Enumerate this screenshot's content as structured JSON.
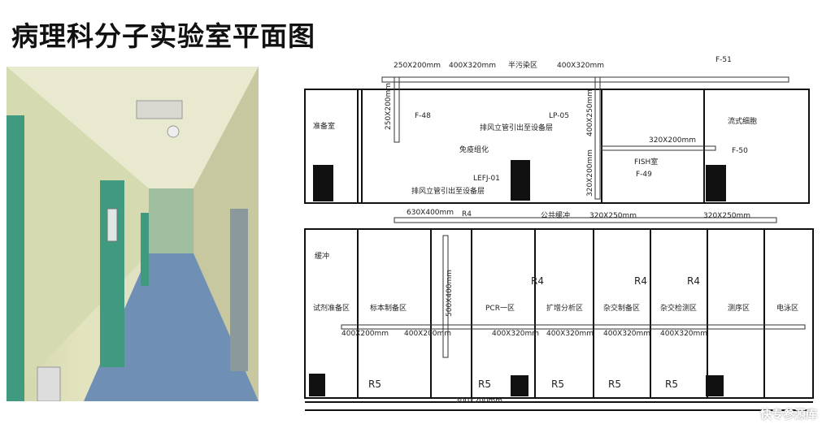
{
  "slide": {
    "title": "病理科分子实验室平面图"
  },
  "plan": {
    "dims": {
      "d1": "250X200mm",
      "d2": "400X320mm",
      "d3": "400X320mm",
      "d4": "250X200mm",
      "d5": "400X250mm",
      "d6": "320X200mm",
      "d7": "320X200mm",
      "d8": "630X400mm",
      "d9": "320X250mm",
      "d10": "320X250mm",
      "d11": "500X400mm",
      "d12": "400X320mm",
      "d13": "400X320mm",
      "d14": "400X320mm",
      "d15": "400X320mm",
      "d16": "400X200mm",
      "d17": "400X200mm",
      "d18": "300X200mm"
    },
    "tags": {
      "f51": "F-51",
      "f48": "F-48",
      "f50": "F-50",
      "f49": "F-49",
      "lp05": "LP-05",
      "lefj": "LEFJ-01",
      "riser1": "排风立管引出至设备层",
      "riser2": "排风立管引出至设备层",
      "r4": "R4",
      "r5": "R5",
      "shared": "公共缓冲",
      "halfdirty": "半污染区"
    },
    "rooms": {
      "prep": "准备室",
      "ihc": "免疫组化",
      "fish": "FISH室",
      "flow": "流式细胞",
      "reagent": "试剂准备区",
      "sample": "标本制备区",
      "pcr": "PCR一区",
      "amp1": "扩增分析区",
      "amp2": "杂交制备区",
      "amp3": "杂交检测区",
      "seq": "测序区",
      "electro": "电泳区",
      "buffer": "缓冲"
    }
  },
  "watermark": "快专参源库"
}
